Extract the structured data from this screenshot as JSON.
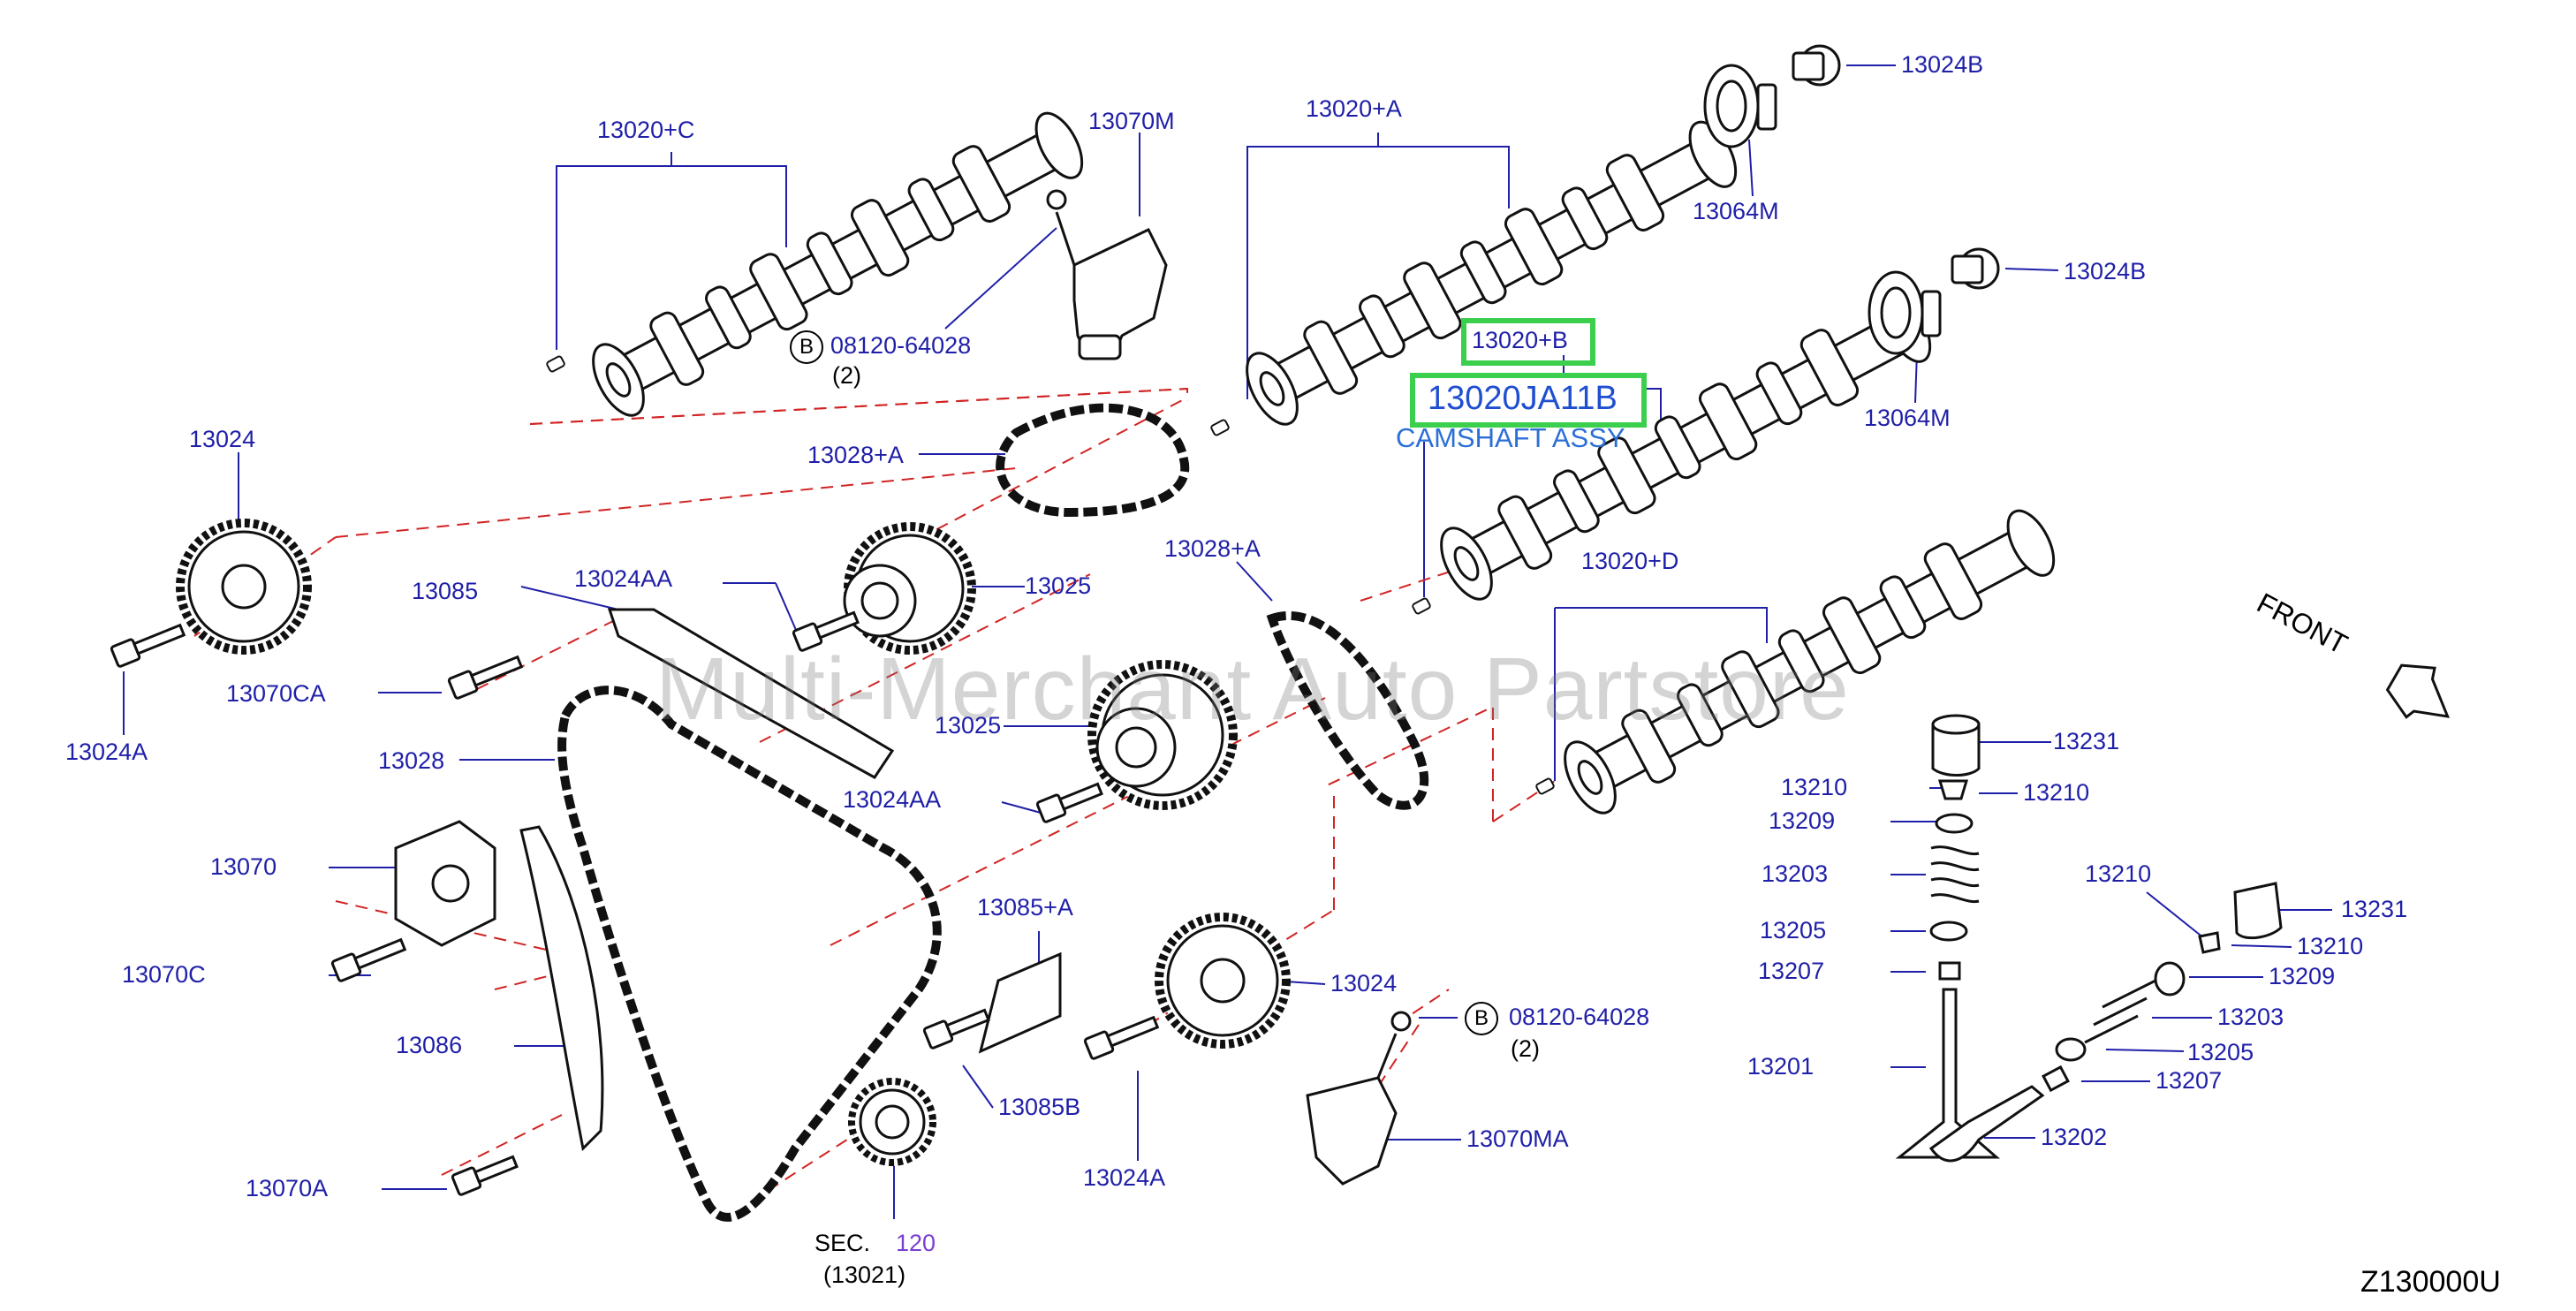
{
  "labels": {
    "p13020C": "13020+C",
    "p13070M": "13070M",
    "p13020A": "13020+A",
    "p13024B_1": "13024B",
    "p13064M_1": "13064M",
    "p13024B_2": "13024B",
    "p13064M_2": "13064M",
    "p13020B": "13020+B",
    "bolt_code_1": "08120-64028",
    "bolt_qty_1": "(2)",
    "p13024": "13024",
    "p13028A_1": "13028+A",
    "p13028A_2": "13028+A",
    "p13085": "13085",
    "p13024AA_1": "13024AA",
    "p13025_1": "13025",
    "p13020D": "13020+D",
    "p13070CA": "13070CA",
    "p13024A_1": "13024A",
    "p13028": "13028",
    "p13025_2": "13025",
    "p13024AA_2": "13024AA",
    "p13231_1": "13231",
    "p13210_1": "13210",
    "p13210_2": "13210",
    "p13209_1": "13209",
    "p13070": "13070",
    "p13085A": "13085+A",
    "p13203_1": "13203",
    "p13210_3": "13210",
    "p13231_2": "13231",
    "p13210_4": "13210",
    "p13205_1": "13205",
    "p13070C": "13070C",
    "p13024_2": "13024",
    "p13209_2": "13209",
    "p13207_1": "13207",
    "bolt_code_2": "08120-64028",
    "bolt_qty_2": "(2)",
    "p13203_2": "13203",
    "p13086": "13086",
    "p13085B": "13085B",
    "p13205_2": "13205",
    "p13201": "13201",
    "p13207_2": "13207",
    "p13070MA": "13070MA",
    "p13202": "13202",
    "p13070A": "13070A",
    "p13024A_2": "13024A",
    "sec_label": "SEC.",
    "sec_num": "120",
    "sec_ref": "(13021)"
  },
  "bolt_marker": "B",
  "highlight": {
    "part_number": "13020JA11B",
    "description": "CAMSHAFT ASSY"
  },
  "front_label": "FRONT",
  "diagram_code": "Z130000U",
  "watermark": "Multi-Merchant Auto Partstore",
  "colors": {
    "label": "#1f1fa8",
    "highlight_border": "#3ccf4e",
    "highlight_text": "#1f4fd0",
    "sec_number": "#7b3fd0",
    "dashed_line": "#d22424"
  }
}
